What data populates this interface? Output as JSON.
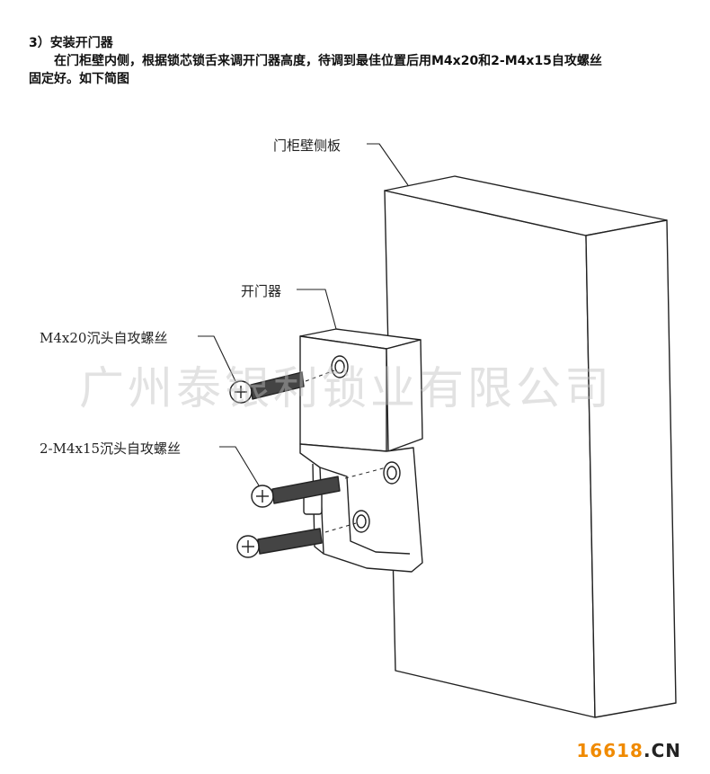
{
  "doc": {
    "heading": "3）安装开门器",
    "para_line1": "在门柜壁内侧，根据锁芯锁舌来调开门器高度，待调到最佳位置后用M4x20和2-M4x15自攻螺丝",
    "para_line2": "固定好。如下简图"
  },
  "diagram": {
    "labels": {
      "panel": "门柜壁侧板",
      "opener": "开门器",
      "screw_m4x20": "M4x20沉头自攻螺丝",
      "screw_m4x15": "2-M4x15沉头自攻螺丝"
    },
    "watermark": "广州泰银利锁业有限公司"
  },
  "footer": {
    "logo_num": "16618",
    "logo_dot": ".",
    "logo_cn": "CN"
  }
}
